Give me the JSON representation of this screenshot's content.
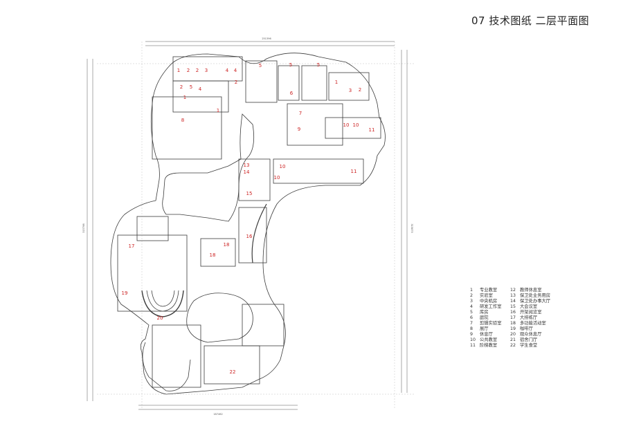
{
  "title": "07 技术图纸  二层平面图",
  "legend_left": [
    {
      "num": "1",
      "label": "专业教室"
    },
    {
      "num": "2",
      "label": "实验室"
    },
    {
      "num": "3",
      "label": "中央机房"
    },
    {
      "num": "4",
      "label": "研发工作室"
    },
    {
      "num": "5",
      "label": "库房"
    },
    {
      "num": "6",
      "label": "庭院"
    },
    {
      "num": "7",
      "label": "剪辑实验室"
    },
    {
      "num": "8",
      "label": "展厅"
    },
    {
      "num": "9",
      "label": "休息厅"
    },
    {
      "num": "10",
      "label": "公共教室"
    },
    {
      "num": "11",
      "label": "阶梯教室"
    }
  ],
  "legend_right": [
    {
      "num": "12",
      "label": "教师休息室"
    },
    {
      "num": "13",
      "label": "保卫处业务用房"
    },
    {
      "num": "14",
      "label": "保卫处办事大厅"
    },
    {
      "num": "15",
      "label": "大会议室"
    },
    {
      "num": "16",
      "label": "开架阅览室"
    },
    {
      "num": "17",
      "label": "大排练厅"
    },
    {
      "num": "18",
      "label": "多功能活动室"
    },
    {
      "num": "19",
      "label": "咖啡厅"
    },
    {
      "num": "20",
      "label": "观众休息厅"
    },
    {
      "num": "21",
      "label": "宿舍门厅"
    },
    {
      "num": "22",
      "label": "学生食堂"
    }
  ],
  "room_labels": {
    "r1": "1",
    "r2": "2",
    "r3": "2",
    "r4": "3",
    "r5": "4",
    "r6": "4",
    "r7": "2",
    "r8": "5",
    "r9": "5",
    "r10": "4",
    "r11": "2",
    "r12": "1",
    "r13": "8",
    "r14": "5",
    "r15": "5",
    "r16": "6",
    "r17": "1",
    "r18": "3",
    "r19": "2",
    "r20": "9",
    "r21": "7",
    "r22": "10",
    "r23": "10",
    "r24": "11",
    "r25": "13",
    "r26": "14",
    "r27": "10",
    "r28": "10",
    "r29": "11",
    "r30": "15",
    "r31": "16",
    "r32": "17",
    "r33": "18",
    "r34": "18",
    "r35": "19",
    "r36": "20",
    "r37": "22",
    "r38": "1"
  },
  "dims": {
    "top_total": "251396",
    "bottom_total": "187462",
    "left_total": "315798",
    "right_total": "315875"
  },
  "colors": {
    "line": "#3a3a3a",
    "label": "#cc2222",
    "dim": "#555555"
  }
}
